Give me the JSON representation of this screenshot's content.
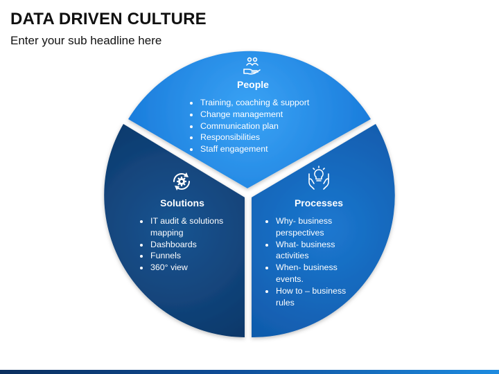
{
  "title": "DATA DRIVEN CULTURE",
  "subtitle": "Enter your sub headline here",
  "segments": {
    "people": {
      "title": "People",
      "icon": "people-hand-icon",
      "color": "#1f8bed",
      "items": [
        "Training, coaching & support",
        "Change management",
        "Communication plan",
        "Responsibilities",
        "Staff engagement"
      ]
    },
    "solutions": {
      "title": "Solutions",
      "icon": "gear-cycle-icon",
      "color": "#0c3b6e",
      "items": [
        "IT audit & solutions mapping",
        "Dashboards",
        "Funnels",
        "360° view"
      ]
    },
    "processes": {
      "title": "Processes",
      "icon": "lightbulb-hands-icon",
      "color": "#1467c0",
      "items": [
        "Why- business perspectives",
        "What- business activities",
        "When- business events.",
        "How to – business rules"
      ]
    }
  }
}
